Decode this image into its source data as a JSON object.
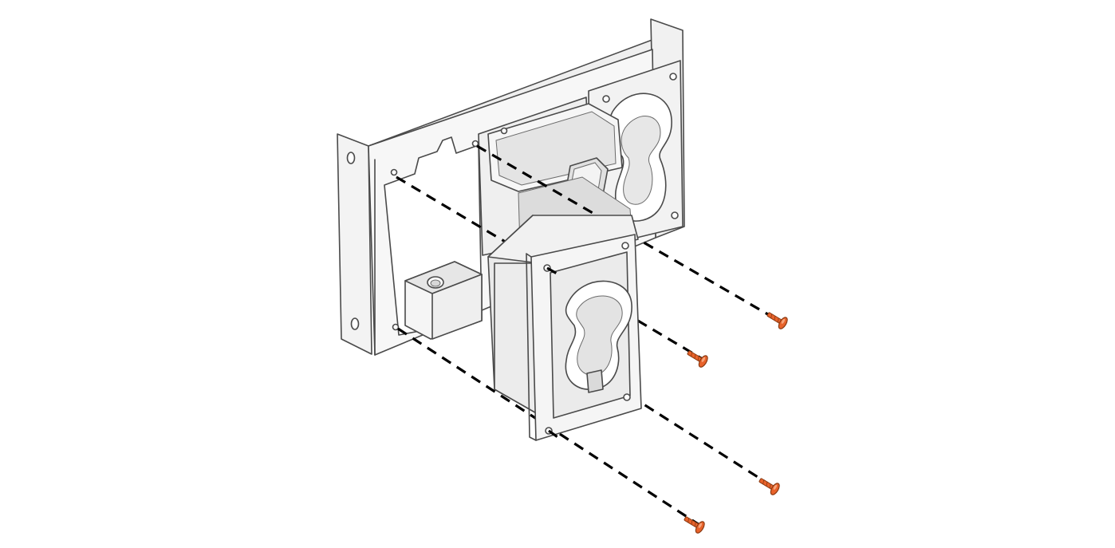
{
  "colors": {
    "background": "#ffffff",
    "outline": "#4a4a4a",
    "part_fill": "#f4f4f4",
    "part_shade": "#e2e2e2",
    "part_dark": "#d0d0d0",
    "guide_line": "#000000",
    "screw_fill": "#e8622a",
    "screw_outline": "#8a3a12"
  },
  "icons": {
    "panel": "mounting-bracket",
    "module_back": "installed-receptacle-module",
    "module_front": "receptacle-module",
    "fastener": "screw-icon"
  },
  "fasteners": [
    "screw-icon",
    "screw-icon",
    "screw-icon",
    "screw-icon"
  ]
}
